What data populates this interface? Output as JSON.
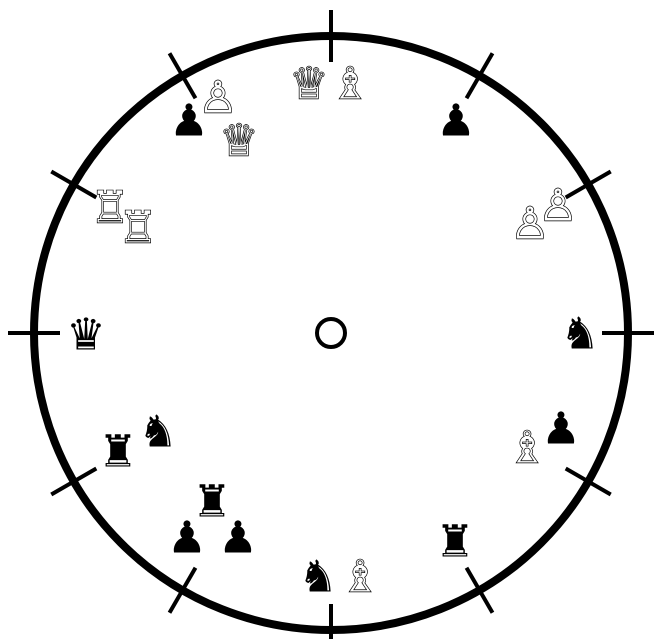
{
  "board": {
    "type": "circular-chess-clock",
    "ring_color": "#000000",
    "background": "#ffffff",
    "tick_count": 12
  },
  "glyphs": {
    "white-king": "♔",
    "white-queen": "♕",
    "white-rook": "♖",
    "white-bishop": "♗",
    "white-knight": "♘",
    "white-pawn": "♙",
    "black-king": "♚",
    "black-queen": "♛",
    "black-rook": "♜",
    "black-bishop": "♝",
    "black-knight": "♞",
    "black-pawn": "♟"
  },
  "pieces": [
    {
      "kind": "queen",
      "color": "white",
      "sector": "12 o'clock"
    },
    {
      "kind": "bishop",
      "color": "white",
      "sector": "12 o'clock"
    },
    {
      "kind": "pawn",
      "color": "black",
      "sector": "1 o'clock"
    },
    {
      "kind": "pawn",
      "color": "white",
      "sector": "2 o'clock"
    },
    {
      "kind": "pawn",
      "color": "white",
      "sector": "2 o'clock"
    },
    {
      "kind": "knight",
      "color": "black",
      "sector": "3 o'clock"
    },
    {
      "kind": "bishop",
      "color": "white",
      "sector": "4 o'clock"
    },
    {
      "kind": "pawn",
      "color": "black",
      "sector": "4 o'clock"
    },
    {
      "kind": "rook",
      "color": "black",
      "sector": "5 o'clock"
    },
    {
      "kind": "knight",
      "color": "black",
      "sector": "6 o'clock"
    },
    {
      "kind": "bishop",
      "color": "white",
      "sector": "6 o'clock"
    },
    {
      "kind": "rook",
      "color": "black",
      "sector": "7 o'clock"
    },
    {
      "kind": "pawn",
      "color": "black",
      "sector": "7 o'clock"
    },
    {
      "kind": "pawn",
      "color": "black",
      "sector": "7 o'clock"
    },
    {
      "kind": "rook",
      "color": "black",
      "sector": "8 o'clock"
    },
    {
      "kind": "knight",
      "color": "black",
      "sector": "8 o'clock"
    },
    {
      "kind": "queen",
      "color": "black",
      "sector": "9 o'clock"
    },
    {
      "kind": "rook",
      "color": "white",
      "sector": "10 o'clock"
    },
    {
      "kind": "rook",
      "color": "white",
      "sector": "10 o'clock"
    },
    {
      "kind": "pawn",
      "color": "white",
      "sector": "11 o'clock"
    },
    {
      "kind": "pawn",
      "color": "black",
      "sector": "11 o'clock"
    },
    {
      "kind": "queen",
      "color": "white",
      "sector": "11 o'clock"
    }
  ]
}
